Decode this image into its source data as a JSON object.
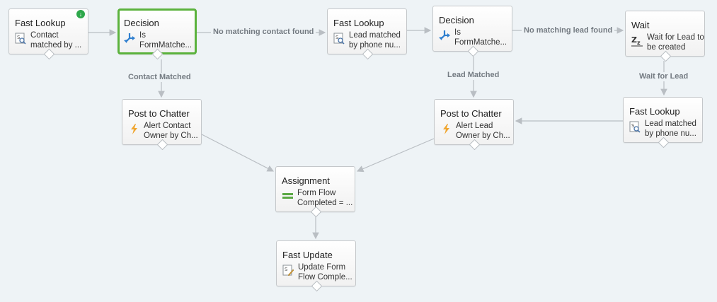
{
  "nodes": [
    {
      "id": "n1",
      "type": "Fast Lookup",
      "label": "Contact matched by ...",
      "icon": "fast-lookup-icon",
      "start": true
    },
    {
      "id": "n2",
      "type": "Decision",
      "label": "Is FormMatche...",
      "icon": "decision-icon",
      "selected": true
    },
    {
      "id": "n3",
      "type": "Fast Lookup",
      "label": "Lead matched by phone nu...",
      "icon": "fast-lookup-icon"
    },
    {
      "id": "n4",
      "type": "Decision",
      "label": "Is FormMatche...",
      "icon": "decision-icon"
    },
    {
      "id": "n5",
      "type": "Wait",
      "label": "Wait for Lead to be created",
      "icon": "wait-icon"
    },
    {
      "id": "n6",
      "type": "Post to Chatter",
      "label": "Alert Contact Owner by Ch...",
      "icon": "lightning-icon"
    },
    {
      "id": "n7",
      "type": "Post to Chatter",
      "label": "Alert Lead Owner by Ch...",
      "icon": "lightning-icon"
    },
    {
      "id": "n8",
      "type": "Fast Lookup",
      "label": "Lead matched by phone nu...",
      "icon": "fast-lookup-icon"
    },
    {
      "id": "n9",
      "type": "Assignment",
      "label": "Form Flow Completed = ...",
      "icon": "assignment-icon"
    },
    {
      "id": "n10",
      "type": "Fast Update",
      "label": "Update Form Flow Comple...",
      "icon": "fast-update-icon"
    }
  ],
  "edges": [
    {
      "from": "n1",
      "to": "n2",
      "label": ""
    },
    {
      "from": "n2",
      "to": "n3",
      "label": "No matching contact found"
    },
    {
      "from": "n3",
      "to": "n4",
      "label": ""
    },
    {
      "from": "n4",
      "to": "n5",
      "label": "No matching lead found"
    },
    {
      "from": "n2",
      "to": "n6",
      "label": "Contact Matched"
    },
    {
      "from": "n4",
      "to": "n7",
      "label": "Lead Matched"
    },
    {
      "from": "n5",
      "to": "n8",
      "label": "Wait for Lead"
    },
    {
      "from": "n8",
      "to": "n7",
      "label": ""
    },
    {
      "from": "n6",
      "to": "n9",
      "label": ""
    },
    {
      "from": "n7",
      "to": "n9",
      "label": ""
    },
    {
      "from": "n9",
      "to": "n10",
      "label": ""
    }
  ],
  "colors": {
    "selected_border": "#5bb23d",
    "start_badge": "#2ea84b",
    "edge": "#b9bec3",
    "edge_label": "#747b82"
  }
}
